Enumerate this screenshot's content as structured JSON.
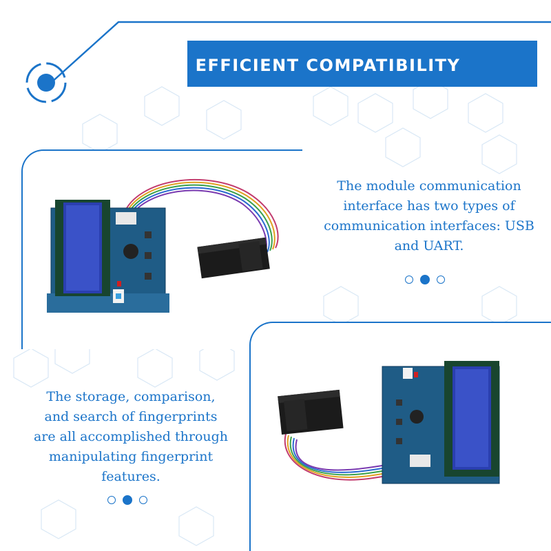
{
  "banner": {
    "title": "EFFICIENT COMPATIBILITY"
  },
  "captions": {
    "right": [
      "The module communication",
      "interface has two types of",
      "communication interfaces: USB",
      "and UART."
    ],
    "left": [
      "The storage, comparison,",
      "and search of fingerprints",
      "are all accomplished through",
      "manipulating fingerprint",
      "features."
    ]
  },
  "pagination": {
    "total": 3,
    "active_index": 1
  },
  "colors": {
    "accent": "#1b74c9",
    "pcb": "#1f5c86",
    "lcd": "#2a3fb0",
    "sensor": "#1b1b1b"
  },
  "icons": {
    "target": "target-circle-icon",
    "hexagons": "hexagon-pattern"
  }
}
